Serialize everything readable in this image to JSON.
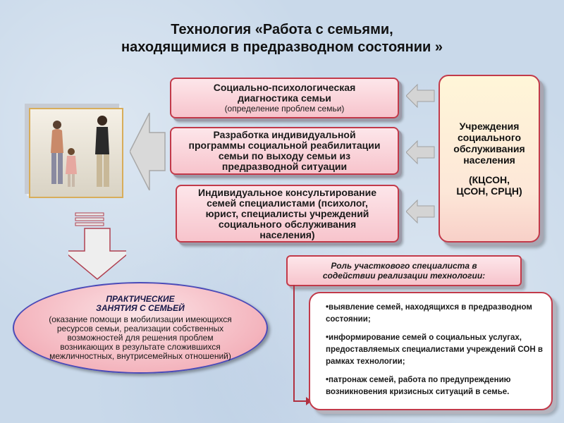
{
  "title": {
    "line1": "Технология «Работа с семьями,",
    "line2": "находящимися в предразводном состоянии »"
  },
  "services": [
    {
      "title": "Социально-психологическая\nдиагностика семьи",
      "subtitle": "(определение проблем семьи)"
    },
    {
      "title": "Разработка индивидуальной\nпрограммы социальной реабилитации\nсемьи по выходу семьи из\nпредразводной ситуации"
    },
    {
      "title": "Индивидуальное консультирование\nсемей специалистами (психолог,\nюрист, специалисты учреждений\nсоциального обслуживания\nнаселения)"
    }
  ],
  "institutions": {
    "title": "Учреждения\nсоциального\nобслуживания\nнаселения",
    "abbr": "(КЦСОН,\nЦСОН, СРЦН)"
  },
  "practice": {
    "title": "ПРАКТИЧЕСКИЕ\nЗАНЯТИЯ С СЕМЬЕЙ",
    "text": "(оказание помощи в мобилизации имеющихся\nресурсов семьи, реализации собственных\nвозможностей для решения проблем\nвозникающих в результате сложившихся\nмежличностных, внутрисемейных отношений)"
  },
  "role": {
    "title": "Роль участкового специалиста в\nсодействии реализации технологии:"
  },
  "duties": [
    "•выявление семей, находящихся в предразводном состоянии;",
    "•информирование семей о социальных услугах, предоставляемых специалистами учреждений СОН в рамках технологии;",
    "•патронаж семей, работа по предупреждению возникновения кризисных ситуаций в семье."
  ],
  "colors": {
    "box_border": "#c23a4a",
    "box_fill": "#f7c4cc",
    "arrow_fill": "#d9d9d9",
    "ellipse_border": "#4a4ab8"
  }
}
